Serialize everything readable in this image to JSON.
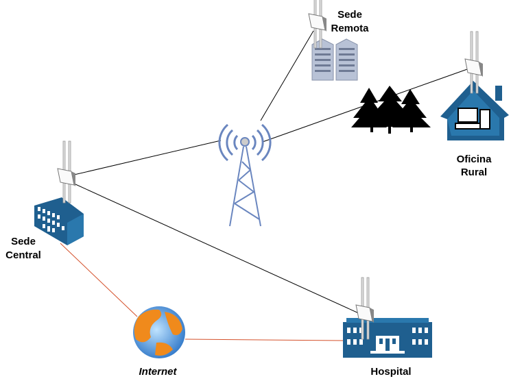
{
  "nodes": {
    "sede_central": {
      "line1": "Sede",
      "line2": "Central"
    },
    "sede_remota": {
      "line1": "Sede",
      "line2": "Remota"
    },
    "oficina_rural": {
      "line1": "Oficina",
      "line2": "Rural"
    },
    "hospital": {
      "label": "Hospital"
    },
    "internet": {
      "label": "Internet"
    }
  },
  "colors": {
    "wireless_link": "#000000",
    "wired_link": "#d4502a",
    "tower": "#6a86bf",
    "building": "#1f5f8f"
  }
}
